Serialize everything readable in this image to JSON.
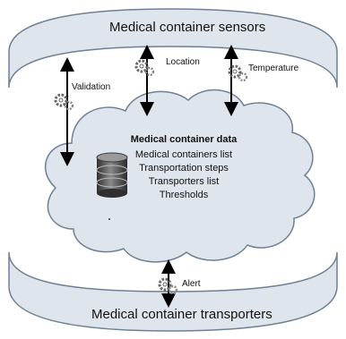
{
  "top_band": {
    "label": "Medical container sensors"
  },
  "bottom_band": {
    "label": "Medical container transporters"
  },
  "cloud": {
    "title": "Medical container data",
    "items": [
      {
        "label": "Medical containers list"
      },
      {
        "label": "Transportation steps"
      },
      {
        "label": "Transporters list"
      },
      {
        "label": "Thresholds"
      }
    ]
  },
  "flows": {
    "validation": "Validation",
    "location": "Location",
    "temperature": "Temperature",
    "alert": "Alert"
  },
  "colors": {
    "band_fill": "#dfe5ec",
    "band_stroke": "#6f8094",
    "cloud_fill": "#dfe5ec",
    "cloud_stroke": "#6f8094",
    "arrow": "#000000",
    "database": "#4a4a4a"
  }
}
